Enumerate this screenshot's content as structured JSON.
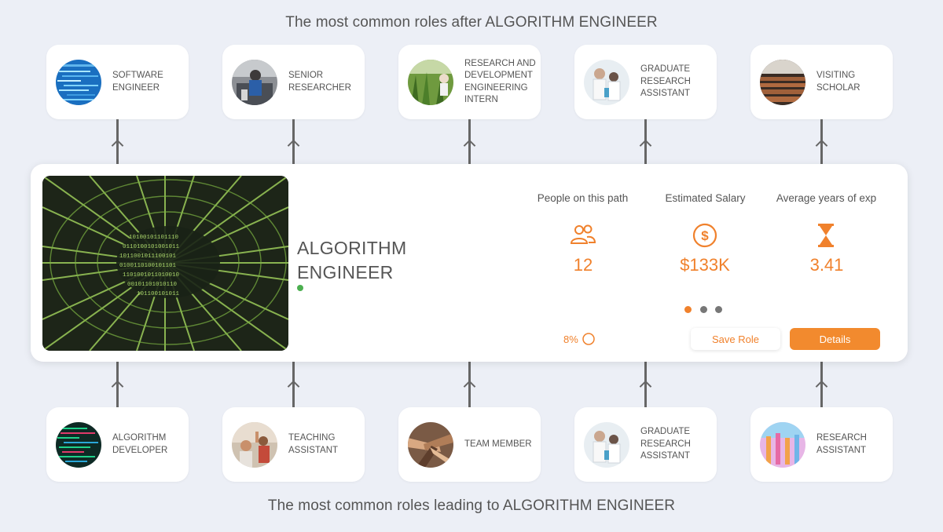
{
  "top_heading": "The most common roles after ALGORITHM ENGINEER",
  "bottom_heading": "The most common roles leading to ALGORITHM ENGINEER",
  "roles_after": [
    {
      "label": "SOFTWARE ENGINEER",
      "image": "code-screen-photo"
    },
    {
      "label": "SENIOR RESEARCHER",
      "image": "lab-worker-photo"
    },
    {
      "label": "RESEARCH AND DEVELOPMENT ENGINEERING INTERN",
      "image": "field-plants-photo"
    },
    {
      "label": "GRADUATE RESEARCH ASSISTANT",
      "image": "lab-scientists-photo"
    },
    {
      "label": "VISITING SCHOLAR",
      "image": "lecture-hall-photo"
    }
  ],
  "roles_before": [
    {
      "label": "ALGORITHM DEVELOPER",
      "image": "code-screen-photo"
    },
    {
      "label": "TEACHING ASSISTANT",
      "image": "classroom-photo"
    },
    {
      "label": "TEAM MEMBER",
      "image": "team-hands-photo"
    },
    {
      "label": "GRADUATE RESEARCH ASSISTANT",
      "image": "lab-scientists-photo"
    },
    {
      "label": "RESEARCH ASSISTANT",
      "image": "lab-samples-photo"
    }
  ],
  "main": {
    "title": "ALGORITHM ENGINEER",
    "hero_image": "binary-tunnel-photo",
    "stats": [
      {
        "label": "People on this path",
        "icon": "people-icon",
        "value": "12"
      },
      {
        "label": "Estimated Salary",
        "icon": "dollar-icon",
        "value": "$133K"
      },
      {
        "label": "Average years of exp",
        "icon": "hourglass-icon",
        "value": "3.41"
      }
    ],
    "percent": "8%",
    "save_label": "Save Role",
    "details_label": "Details",
    "pagination_active": 1,
    "pagination_total": 3
  },
  "colors": {
    "accent": "#f0812c",
    "background": "#eceff6",
    "status_green": "#4caf50"
  }
}
